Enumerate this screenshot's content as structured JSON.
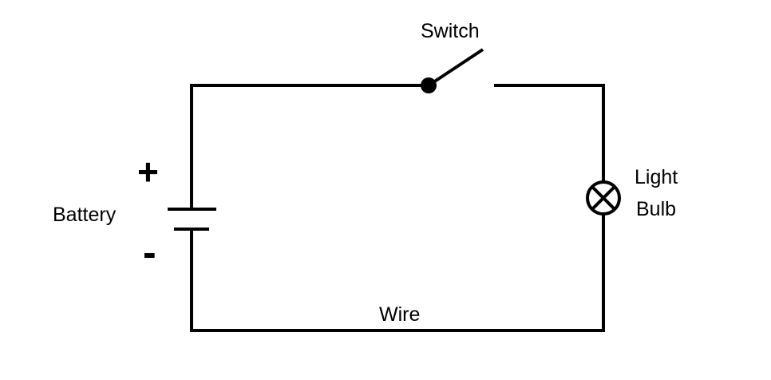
{
  "labels": {
    "switch": "Switch",
    "battery": "Battery",
    "plus": "+",
    "minus": "-",
    "light_bulb_line1": "Light",
    "light_bulb_line2": "Bulb",
    "wire": "Wire"
  },
  "colors": {
    "line": "#000000",
    "background": "#ffffff"
  }
}
